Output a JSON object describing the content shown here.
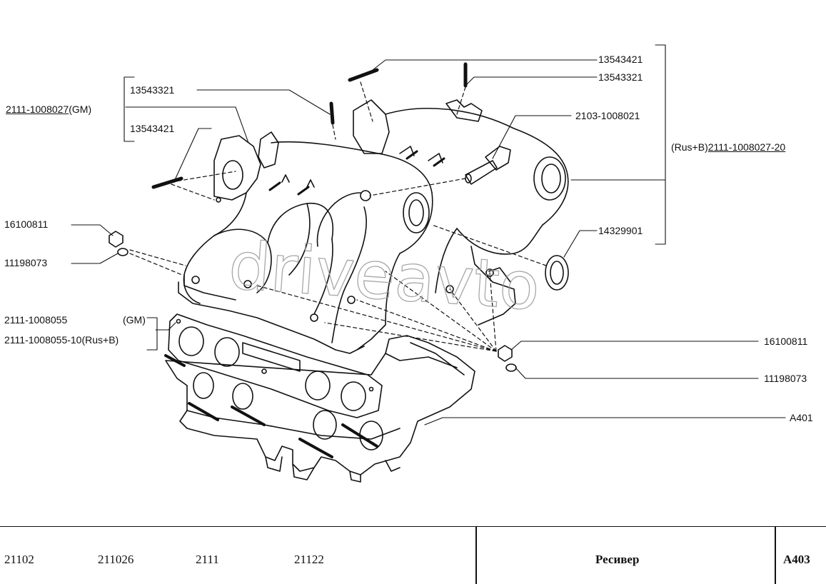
{
  "watermark": "driveavto",
  "callouts": {
    "top_right_1": "13543421",
    "top_right_2": "13543321",
    "left_bracket_top": "13543321",
    "left_gm_code": "2111-1008027",
    "left_gm_suffix": "(GM)",
    "left_bracket_bottom": "13543421",
    "fitting": "2103-1008021",
    "rus_prefix": "(Rus+B)",
    "rus_code": "2111-1008027-20",
    "left_nut": "16100811",
    "left_washer": "11198073",
    "seal_ring": "14329901",
    "gasket_gm_code": "2111-1008055",
    "gasket_gm_suffix": "(GM)",
    "gasket_rus": "2111-1008055-10(Rus+B)",
    "right_nut": "16100811",
    "right_washer": "11198073",
    "head_ref": "A401"
  },
  "footer": {
    "models": [
      "21102",
      "211026",
      "2111",
      "21122"
    ],
    "title": "Ресивер",
    "code": "A403"
  }
}
